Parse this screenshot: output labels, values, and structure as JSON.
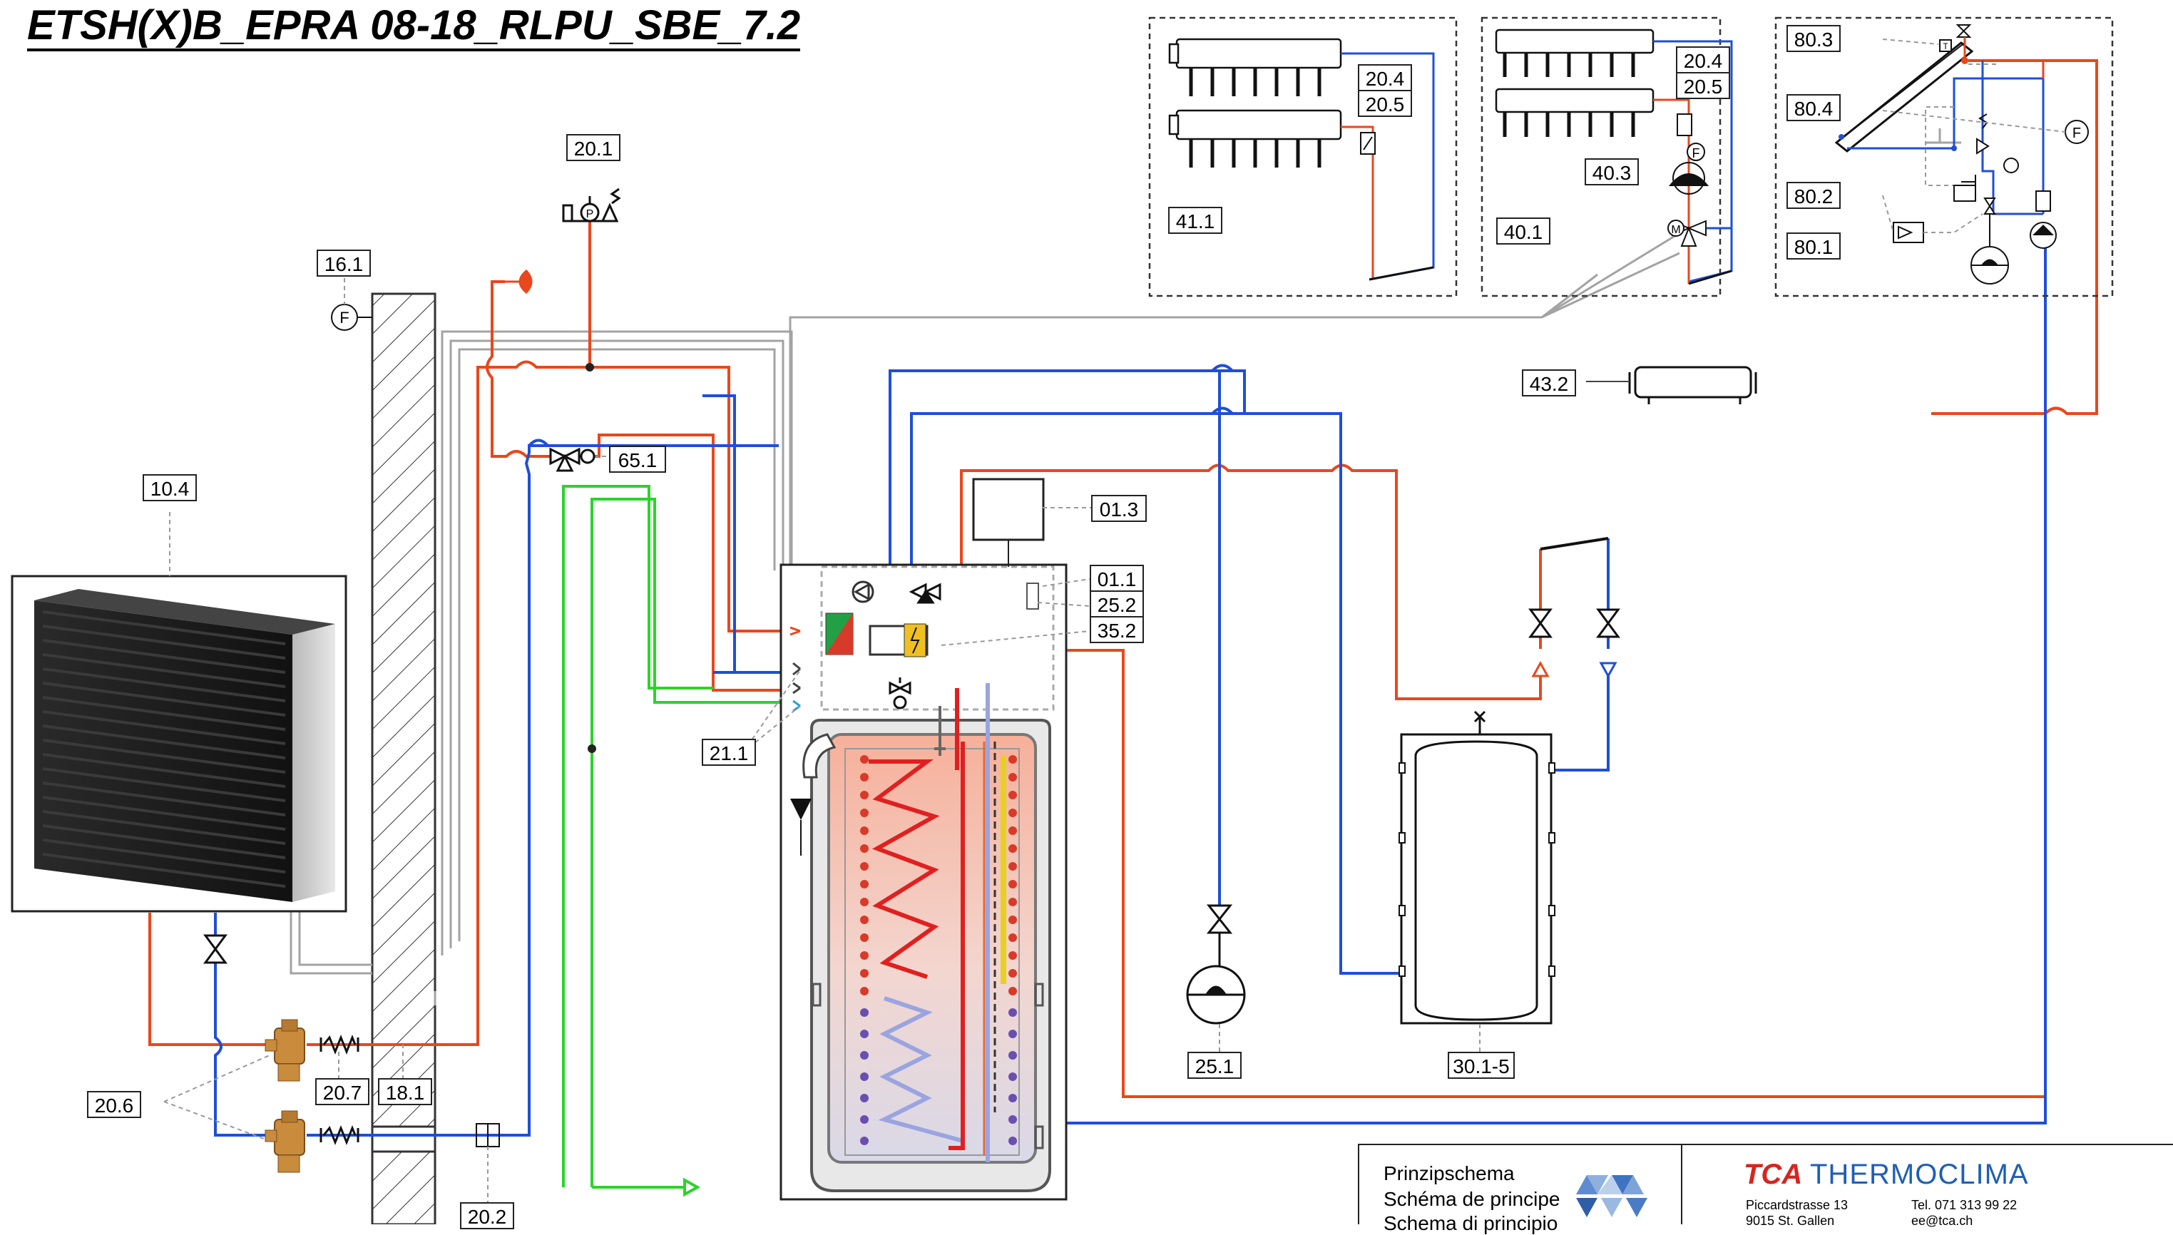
{
  "title": "ETSH(X)B_EPRA 08-18_RLPU_SBE_7.2",
  "labels": {
    "l_20_1": "20.1",
    "l_16_1": "16.1",
    "l_10_4": "10.4",
    "l_65_1": "65.1",
    "l_01_3": "01.3",
    "l_01_1": "01.1",
    "l_25_2": "25.2",
    "l_35_2": "35.2",
    "l_21_1": "21.1",
    "l_20_6": "20.6",
    "l_20_7": "20.7",
    "l_18_1": "18.1",
    "l_20_2": "20.2",
    "l_25_1": "25.1",
    "l_30_1_5": "30.1-5",
    "l_43_2": "43.2",
    "l_41_1": "41.1",
    "l_20_4a": "20.4",
    "l_20_5a": "20.5",
    "l_20_4b": "20.4",
    "l_20_5b": "20.5",
    "l_40_3": "40.3",
    "l_40_1": "40.1",
    "l_80_3": "80.3",
    "l_80_4": "80.4",
    "l_80_2": "80.2",
    "l_80_1": "80.1"
  },
  "symbols": {
    "flow": "F",
    "pressure": "P",
    "motor": "M",
    "temp": "T"
  },
  "title_block": {
    "line1": "Prinzipschema",
    "line2": "Schéma de principe",
    "line3": "Schema di principio",
    "brand_short": "TCA",
    "brand_name": "THERMOCLIMA",
    "address1": "Piccardstrasse 13",
    "address2": "9015 St. Gallen",
    "phone": "Tel. 071 313 99 22",
    "email": "ee@tca.ch"
  },
  "colors": {
    "supply": "#e8481c",
    "return": "#1f4fd6",
    "cold_water": "#2bd42b",
    "hot_water": "#e02020",
    "signal": "#9a9a9a",
    "brand_red": "#d6261f",
    "brand_blue": "#1e5fb4"
  }
}
